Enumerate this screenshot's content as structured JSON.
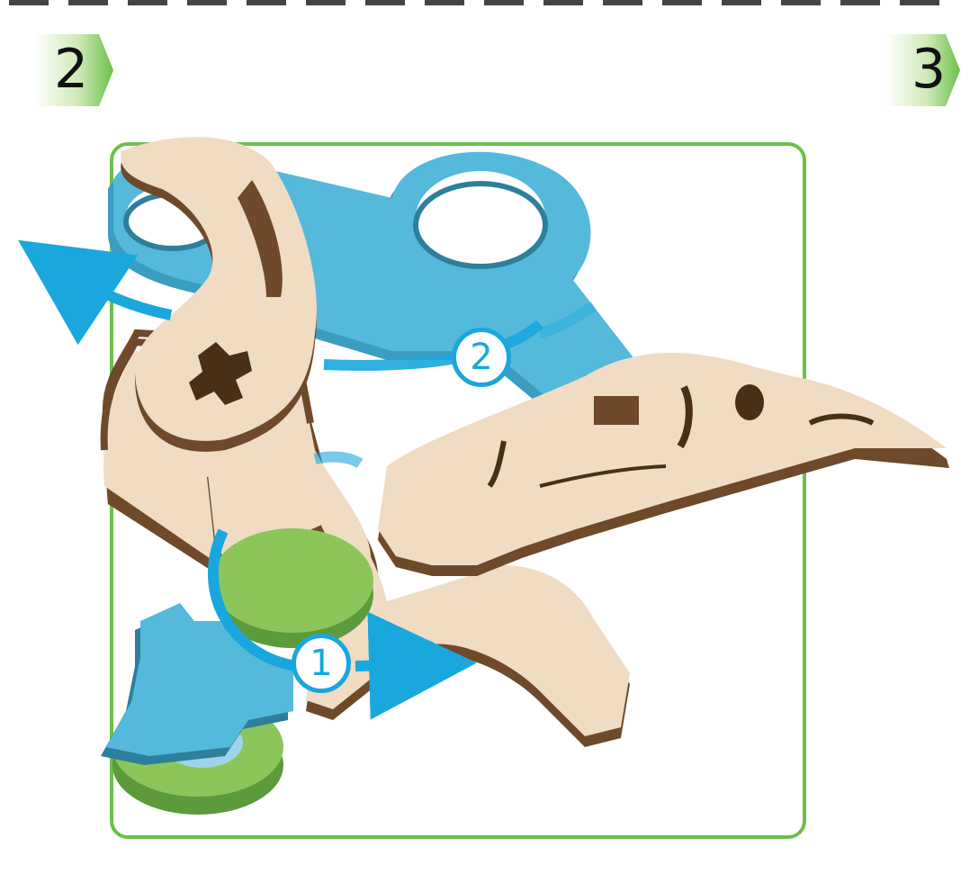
{
  "steps": {
    "current": "2",
    "next": "3"
  },
  "callouts": {
    "first": "1",
    "second": "2"
  },
  "colors": {
    "frame": "#6cc04a",
    "arrow": "#1aa7dd",
    "badge_green": "#8fd06a",
    "wood": "#efdcc3",
    "wood_edge": "#6e4a2a",
    "part_blue": "#4fb3d3",
    "part_green": "#8cc65a"
  },
  "icons": [
    "step-badge-arrow",
    "rotation-arrow",
    "plywood-part"
  ]
}
